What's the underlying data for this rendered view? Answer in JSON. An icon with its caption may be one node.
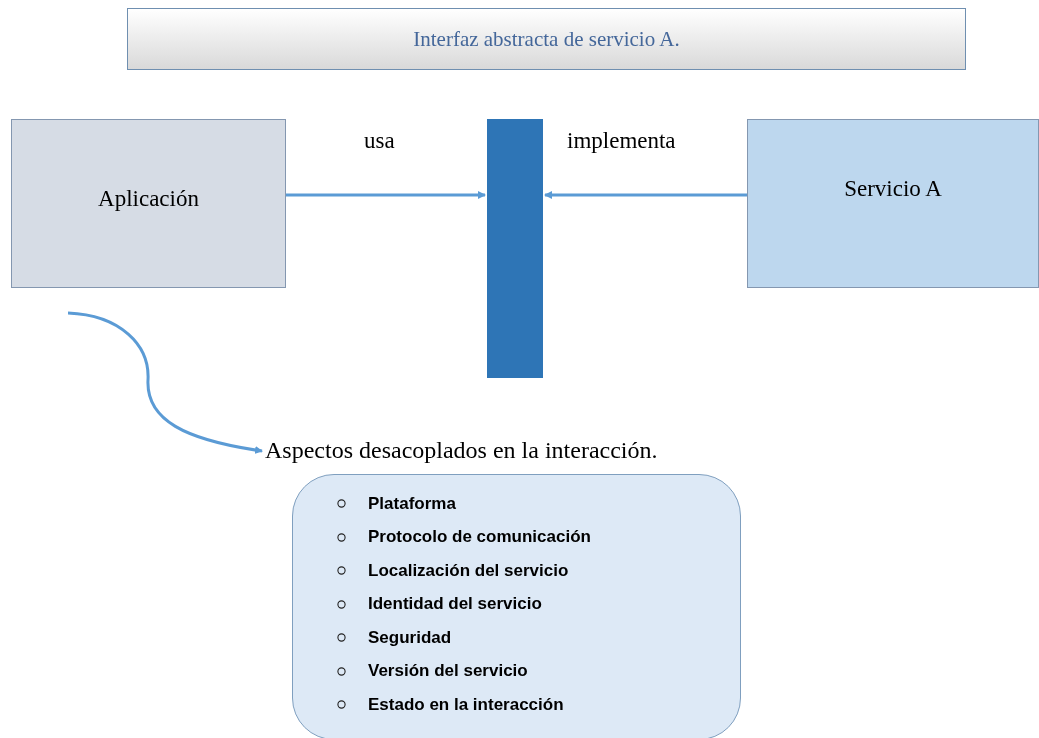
{
  "diagram": {
    "nodes": [
      {
        "text": [
          "Interfaz abstracta de servicio A."
        ]
      },
      {
        "text": [
          "Aplicación"
        ]
      },
      {
        "text": [],
        "shape": "bar"
      },
      {
        "text": [
          "Servicio A"
        ]
      },
      {
        "text": [
          "Aspectos desacoplados en la interacción."
        ]
      },
      {
        "text": [
          "Plataforma",
          "Protocolo de comunicación",
          "Localización del servicio",
          "Identidad del servicio",
          "Seguridad",
          "Versión del servicio",
          "Estado en la interacción"
        ]
      }
    ],
    "edges": [
      {
        "from": 1,
        "to": 2,
        "arrow": "to",
        "label": "usa"
      },
      {
        "from": 3,
        "to": 2,
        "arrow": "to",
        "label": "implementa"
      },
      {
        "from": null,
        "to": 4,
        "arrow": "to"
      }
    ]
  }
}
